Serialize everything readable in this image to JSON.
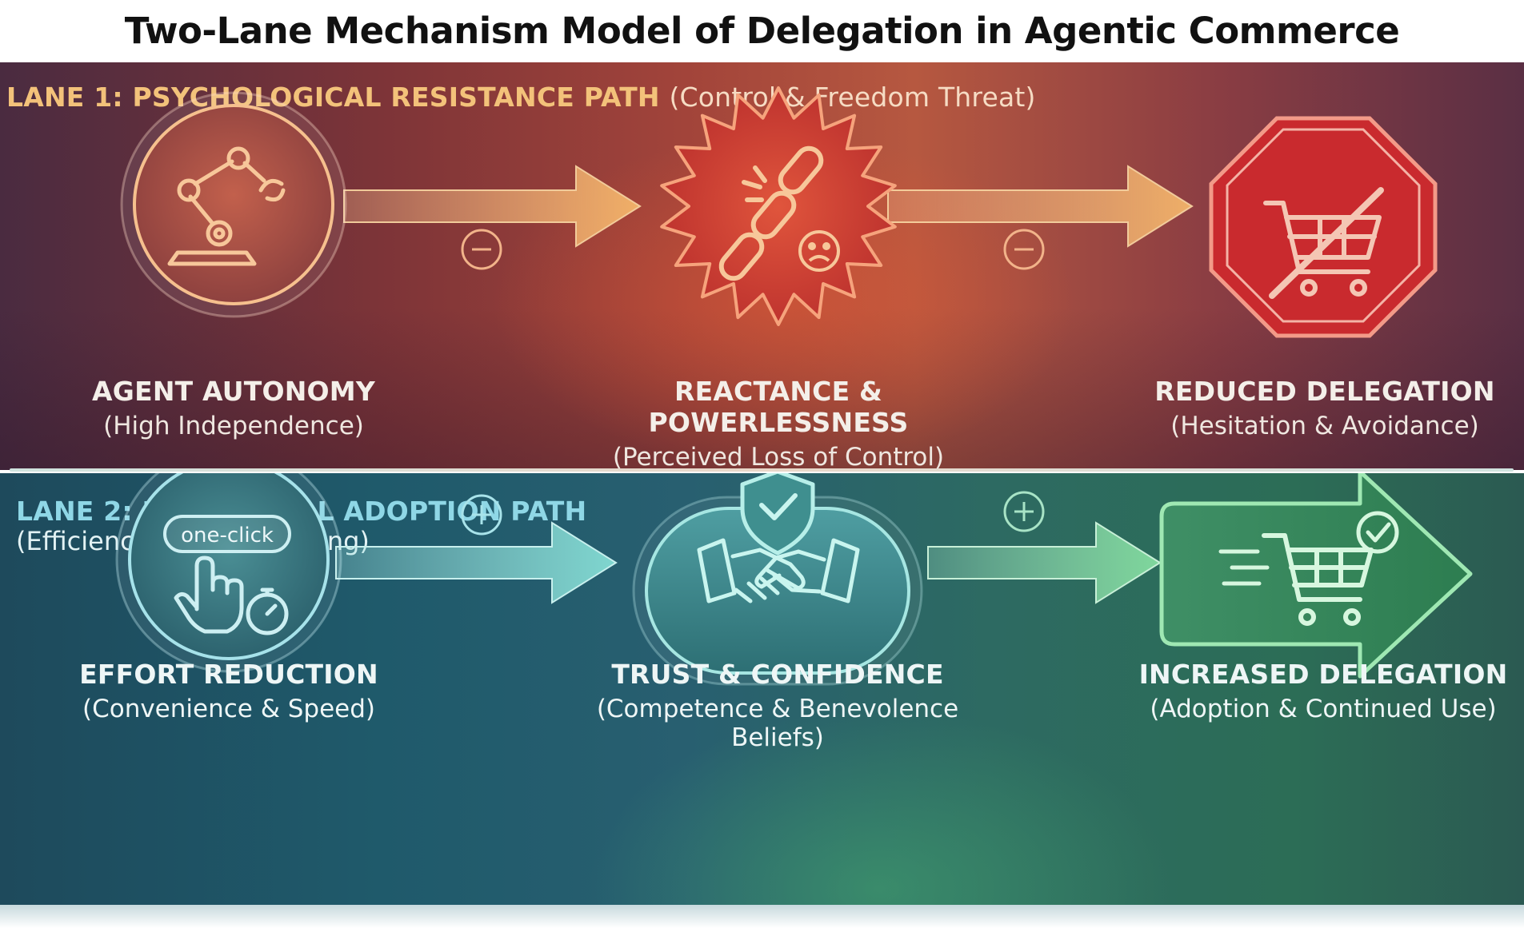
{
  "title": "Two-Lane Mechanism Model of Delegation in Agentic Commerce",
  "lane1": {
    "heading": "LANE 1: PSYCHOLOGICAL RESISTANCE PATH",
    "subheading": "(Control & Freedom Threat)",
    "nodes": [
      {
        "label": "AGENT AUTONOMY",
        "desc": "(High Independence)",
        "icon": "robot-arm-icon"
      },
      {
        "label": "REACTANCE & POWERLESSNESS",
        "desc": "(Perceived Loss of Control)",
        "icon": "broken-chain-icon"
      },
      {
        "label": "REDUCED DELEGATION",
        "desc": "(Hesitation & Avoidance)",
        "icon": "prohibited-cart-icon"
      }
    ],
    "links": [
      {
        "sign": "−"
      },
      {
        "sign": "−"
      }
    ],
    "colors": {
      "accent": "#f3c27a",
      "arrow": "#f2b36a",
      "stop": "#d42a2e",
      "burst": "#c7362f"
    }
  },
  "lane2": {
    "heading": "LANE 2: FUNCTIONAL ADOPTION PATH",
    "subheading": "(Efficiency & Trust Building)",
    "nodes": [
      {
        "label": "EFFORT REDUCTION",
        "desc": "(Convenience & Speed)",
        "icon": "one-click-icon",
        "badge": "one-click"
      },
      {
        "label": "TRUST & CONFIDENCE",
        "desc": "(Competence & Benevolence Beliefs)",
        "icon": "handshake-shield-icon"
      },
      {
        "label": "INCREASED DELEGATION",
        "desc": "(Adoption & Continued Use)",
        "icon": "cart-check-icon"
      }
    ],
    "links": [
      {
        "sign": "+"
      },
      {
        "sign": "+"
      }
    ],
    "colors": {
      "accent": "#8fd7e6",
      "arrow": "#8ad8d6",
      "success": "#3fa862"
    }
  }
}
